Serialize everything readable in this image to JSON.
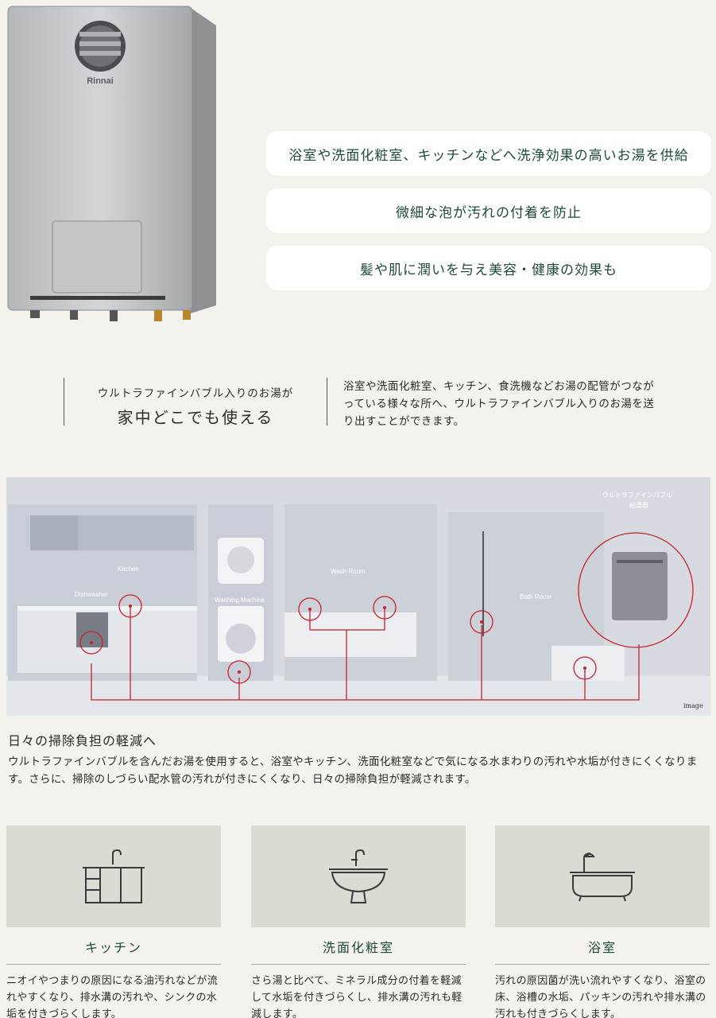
{
  "product": {
    "brand": "Rinnai"
  },
  "features": [
    "浴室や洗面化粧室、キッチンなどへ洗浄効果の高いお湯を供給",
    "微細な泡が汚れの付着を防止",
    "髪や肌に潤いを与え美容・健康の効果も"
  ],
  "headline": {
    "sub": "ウルトラファインバブル入りのお湯が",
    "main": "家中どこでも使える"
  },
  "intro": "浴室や洗面化粧室、キッチン、食洗機などお湯の配管がつながっている様々な所へ、ウルトラファインバブル入りのお湯を送り出すことができます。",
  "illustration": {
    "kitchen": "Kitchen",
    "dishwasher": "Dishwasher",
    "washing_machine": "Washing Machine",
    "wash_room": "Wash Room",
    "bath_room": "Bath Room",
    "heater_label_1": "ウルトラファインバブル",
    "heater_label_2": "給湯器",
    "image_note": "image",
    "pipe_color": "#c8202a"
  },
  "reduction": {
    "title": "日々の掃除負担の軽減へ",
    "body": "ウルトラファインバブルを含んだお湯を使用すると、浴室やキッチン、洗面化粧室などで気になる水まわりの汚れや水垢が付きにくくなります。さらに、掃除のしづらい配水管の汚れが付きにくくなり、日々の掃除負担が軽減されます。"
  },
  "cards": [
    {
      "title": "キッチン",
      "icon": "kitchen-sink-icon",
      "desc": "ニオイやつまりの原因になる油汚れなどが流れやすくなり、排水溝の汚れや、シンクの水垢を付きづらくします。"
    },
    {
      "title": "洗面化粧室",
      "icon": "washbasin-icon",
      "desc": "さら湯と比べて、ミネラル成分の付着を軽減して水垢を付きづらくし、排水溝の汚れも軽減します。"
    },
    {
      "title": "浴室",
      "icon": "bathtub-icon",
      "desc": "汚れの原因菌が洗い流れやすくなり、浴室の床、浴槽の水垢、パッキンの汚れや排水溝の汚れも付きづらくします。"
    }
  ]
}
